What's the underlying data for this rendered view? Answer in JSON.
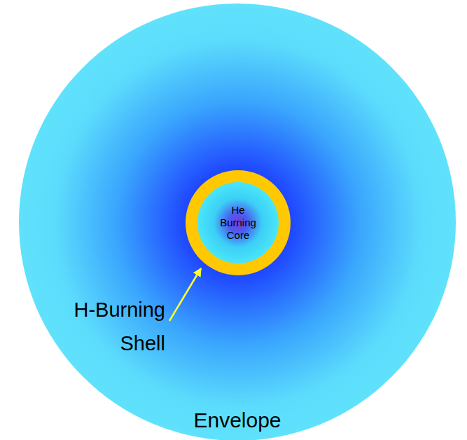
{
  "diagram": {
    "nodes": [
      {
        "text": [
          "Envelope"
        ]
      },
      {
        "text": [
          "He Burning Core"
        ],
        "in": 0
      }
    ],
    "labels": [
      "H-Burning Shell"
    ]
  }
}
